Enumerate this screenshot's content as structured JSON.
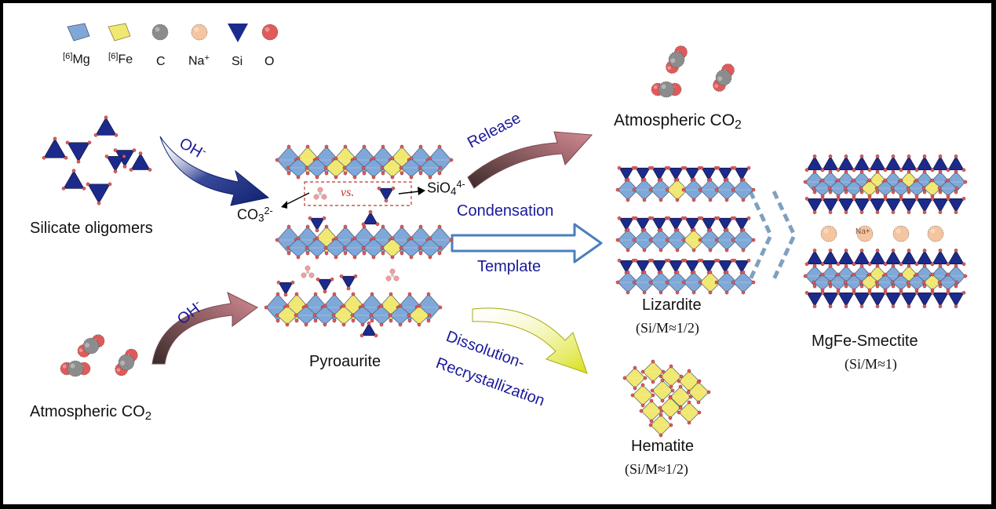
{
  "legend": {
    "items": [
      {
        "id": "mg",
        "label": "Mg",
        "prefix": "[6]",
        "icon": "blue-octahedron-icon",
        "color": "#7fa8d8"
      },
      {
        "id": "fe",
        "label": "Fe",
        "prefix": "[6]",
        "icon": "yellow-octahedron-icon",
        "color": "#f0e870"
      },
      {
        "id": "c",
        "label": "C",
        "icon": "gray-sphere-icon",
        "color": "#8c8c8c"
      },
      {
        "id": "na",
        "label": "Na",
        "suffix": "+",
        "icon": "peach-sphere-icon",
        "color": "#f5c4a0"
      },
      {
        "id": "si",
        "label": "Si",
        "icon": "blue-tetrahedron-icon",
        "color": "#1c2a8c"
      },
      {
        "id": "o",
        "label": "O",
        "icon": "red-sphere-icon",
        "color": "#e05a5a"
      }
    ]
  },
  "labels": {
    "silicate_oligomers": "Silicate oligomers",
    "atmospheric_co2_left": "Atmospheric CO",
    "atmospheric_co2_top": "Atmospheric CO",
    "co2_subscript": "2",
    "oh_top": "OH",
    "oh_bottom": "OH",
    "oh_charge": "-",
    "pyroaurite": "Pyroaurite",
    "co3": "CO",
    "co3_sub": "3",
    "co3_charge": "2-",
    "vs": "vs.",
    "sio4": "SiO",
    "sio4_sub": "4",
    "sio4_charge": "4-",
    "release": "Release",
    "condensation": "Condensation",
    "template": "Template",
    "dissolution": "Dissolution-",
    "recrystallization": "Recrystallization",
    "lizardite": "Lizardite",
    "lizardite_ratio": "(Si/M≈1/2)",
    "hematite": "Hematite",
    "hematite_ratio": "(Si/M≈1/2)",
    "smectite": "MgFe-Smectite",
    "smectite_ratio": "(Si/M≈1)",
    "na_plus": "Na+"
  },
  "colors": {
    "mg_blue": "#7fa8d8",
    "fe_yellow": "#f0e870",
    "si_navy": "#1c2a8c",
    "o_red": "#e05a5a",
    "c_gray": "#8c8c8c",
    "na_peach": "#f5c4a0",
    "arrow_navy": "#0f1f6e",
    "arrow_rose": "#c98088",
    "arrow_yellow": "#d8e014",
    "arrow_outline_blue": "#4a7fbf",
    "label_blue": "#1a1a9a"
  }
}
